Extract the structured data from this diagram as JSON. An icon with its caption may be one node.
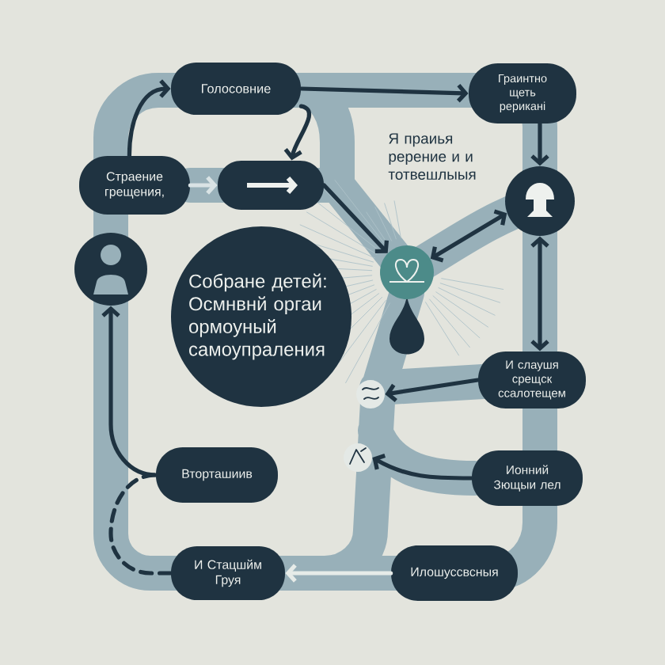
{
  "diagram": {
    "nodes": [
      {
        "text": [
          "Голосовние"
        ]
      },
      {
        "text": [
          "Граинтно щеть рерикані"
        ]
      },
      {
        "text": [
          "Страение грещения,"
        ]
      },
      {
        "text": [],
        "shape": "bar"
      },
      {
        "text": [],
        "shape": "circle"
      },
      {
        "text": [],
        "shape": "circle"
      },
      {
        "text": [
          "Собране детей: Осмнвнй оргаи ормоуный самоупраления"
        ]
      },
      {
        "text": [],
        "shape": "circle"
      },
      {
        "text": [
          "И слаушя срещск ссалотещем"
        ]
      },
      {
        "text": [],
        "shape": "circle"
      },
      {
        "text": [],
        "shape": "circle"
      },
      {
        "text": [
          "Вторташиив"
        ]
      },
      {
        "text": [
          "Ионний Зющыи лел"
        ]
      },
      {
        "text": [
          "И Стацшйм Груя"
        ]
      },
      {
        "text": [
          "Илошуссвсныя"
        ]
      }
    ],
    "edges": [
      {
        "from": 2,
        "to": 0,
        "arrow": "to"
      },
      {
        "from": 0,
        "to": 1,
        "arrow": "to"
      },
      {
        "from": 1,
        "to": 4,
        "arrow": "to"
      },
      {
        "from": 2,
        "to": 3,
        "arrow": "to",
        "color": "#d9e3e5"
      },
      {
        "from": 3,
        "to": 7,
        "arrow": "to"
      },
      {
        "from": 0,
        "to": 3,
        "arrow": "to"
      },
      {
        "from": 4,
        "to": 7,
        "arrow": "both"
      },
      {
        "from": 4,
        "to": 8,
        "arrow": "both"
      },
      {
        "from": 8,
        "to": 9,
        "arrow": "to"
      },
      {
        "from": 12,
        "to": 10,
        "arrow": "to"
      },
      {
        "from": 13,
        "to": 11,
        "arrow": "none",
        "style": "dashed"
      },
      {
        "from": 11,
        "to": 5,
        "arrow": "to"
      },
      {
        "from": 14,
        "to": 13,
        "arrow": "to",
        "color": "#e6ebe8"
      }
    ],
    "labels": [
      "Я праиья ререние и и тотвешлыыя"
    ]
  }
}
